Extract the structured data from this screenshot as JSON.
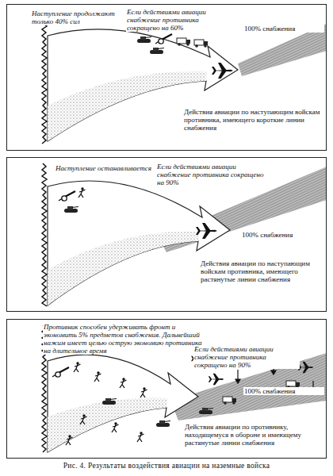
{
  "diagram": {
    "caption": "Рис. 4. Результаты воздействия авиации на наземные войска",
    "nodes": [
      {
        "text": [
          "Наступление продолжают только 40% сил",
          "Если действиями авиации снабжение противника сокращено на 60%",
          "100% снабжения",
          "Действия авиации по наступающим войскам противника, имеющего короткие линии снабжения"
        ]
      },
      {
        "text": [
          "Наступление останавливается",
          "Если действиями авиации снабжение противника сокращено на 90%",
          "100% снабжения",
          "Действия авиации по наступающим войскам противника, имеющего растянутые линии снабжения"
        ]
      },
      {
        "text": [
          "Противник способен удерживать фронт и экономить 5% предметов снабжения. Дальнейший нажим имеет целью острую экономию противника на длительное время",
          "Если действиями авиации снабжение противника сокращено на 90%",
          "100% снабжения",
          "Действия авиации по противнику, находящемуся в обороне и имеющему растянутые линии снабжения"
        ]
      }
    ]
  }
}
